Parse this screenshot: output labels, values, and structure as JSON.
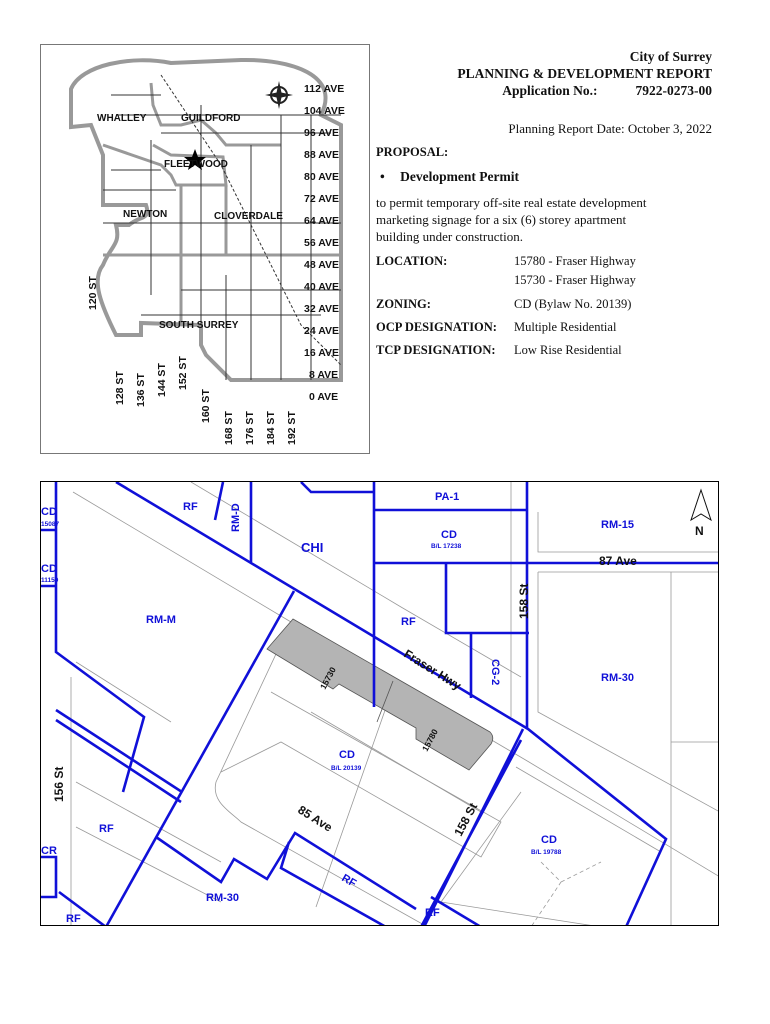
{
  "header": {
    "city": "City of Surrey",
    "report_title": "PLANNING & DEVELOPMENT REPORT",
    "application_label": "Application No.:",
    "application_number": "7922-0273-00",
    "report_date": "Planning Report Date:  October 3, 2022"
  },
  "proposal": {
    "heading": "PROPOSAL:",
    "bullet": "•",
    "item": "Development Permit",
    "description_lines": [
      "to permit temporary off-site real estate development",
      "marketing signage for a six (6) storey apartment",
      "building under construction."
    ]
  },
  "details": {
    "location_label": "LOCATION:",
    "location_values": [
      "15780 - Fraser Highway",
      "15730 - Fraser Highway"
    ],
    "zoning_label": "ZONING:",
    "zoning_value": "CD (Bylaw No. 20139)",
    "ocp_label": "OCP DESIGNATION:",
    "ocp_value": "Multiple Residential",
    "tcp_label": "TCP DESIGNATION:",
    "tcp_value": "Low Rise Residential"
  },
  "key_map": {
    "avenues": [
      "112 AVE",
      "104 AVE",
      "96 AVE",
      "88 AVE",
      "80 AVE",
      "72 AVE",
      "64 AVE",
      "56 AVE",
      "48 AVE",
      "40 AVE",
      "32 AVE",
      "24 AVE",
      "16 AVE",
      "8 AVE",
      "0 AVE"
    ],
    "streets": [
      "120 ST",
      "128 ST",
      "136 ST",
      "144 ST",
      "152 ST",
      "160 ST",
      "168 ST",
      "176 ST",
      "184 ST",
      "192 ST"
    ],
    "neighbourhoods": [
      "WHALLEY",
      "GUILDFORD",
      "FLEETWOOD",
      "NEWTON",
      "CLOVERDALE",
      "SOUTH SURREY"
    ],
    "icons": [
      "compass-rose-icon",
      "star-icon"
    ]
  },
  "site_map": {
    "line_color": "#1010d8",
    "site_fill": "#b4b4b4",
    "zones": {
      "cd1": "CD",
      "cd1_bylaw": "15087",
      "cd2": "CD",
      "cd2_bylaw": "11150",
      "rf1": "RF",
      "rmd": "RM-D",
      "chi": "CHI",
      "pa1": "PA-1",
      "cd3": "CD",
      "cd3_bylaw": "B/L 17238",
      "rm15": "RM-15",
      "rmm": "RM-M",
      "rf2": "RF",
      "cg2": "CG-2",
      "rm30a": "RM-30",
      "cd4": "CD",
      "cd4_bylaw": "B/L 20139",
      "rf3": "RF",
      "cr": "CR",
      "cd5": "CD",
      "cd5_bylaw": "B/L 19788",
      "rf4": "RF",
      "rm30b": "RM-30",
      "rf5": "RF",
      "rf6": "RF"
    },
    "roads": {
      "ave87": "87 Ave",
      "st158a": "158 St",
      "fraser": "Fraser Hwy",
      "st156": "156 St",
      "st158b": "158 St",
      "ave85": "85 Ave"
    },
    "lots": [
      "15730",
      "15780"
    ],
    "north": "N"
  }
}
